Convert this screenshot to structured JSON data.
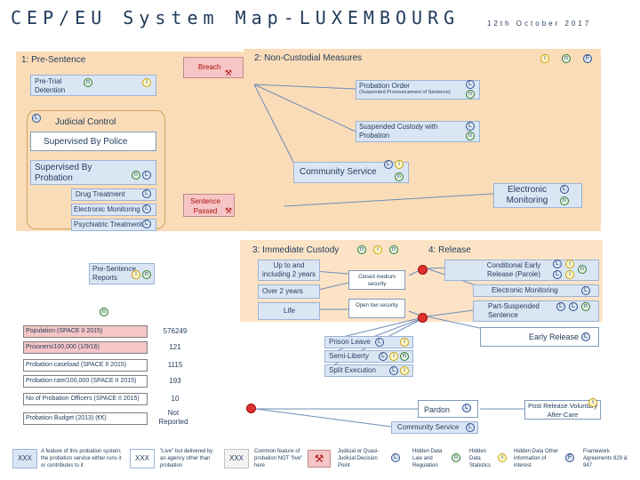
{
  "header": {
    "title": "CEP/EU System Map-LUXEMBOURG",
    "date": "12th October 2017"
  },
  "sections": {
    "pre_sentence": "1: Pre-Sentence",
    "non_custodial": "2: Non-Custodial Measures",
    "immediate_custody": "3: Immediate Custody",
    "release": "4: Release"
  },
  "nodes": {
    "breach": "Breach",
    "pre_trial_detention": "Pre-Trial Detention",
    "judicial_control": "Judicial Control",
    "supervised_by_police": "Supervised By Police",
    "supervised_by_probation": "Supervised By Probation",
    "drug_treatment": "Drug Treatment",
    "electronic_monitoring_pre": "Electronic Monitoring",
    "psychiatric_treatment": "Psychiatric Treatment",
    "probation_order": "Probation Order",
    "probation_order_note": "(Suspended Pronouncement of Sentence)",
    "suspended_custody": "Suspended Custody with Probation",
    "community_service": "Community Service",
    "electronic_monitoring_nc": "Electronic Monitoring",
    "sentence_passed": "Sentence Passed",
    "pre_sentence_reports": "Pre-Sentence Reports",
    "up_to_2_years": "Up to and including 2 years",
    "over_2_years": "Over 2 years",
    "life": "Life",
    "closed_medium_security": "Closed medium security",
    "open_low_security": "Open low security",
    "conditional_early_release": "Conditional Early Release (Parole)",
    "electronic_monitoring_release": "Electronic Monitoring",
    "part_suspended_sentence": "Part-Suspended Sentence",
    "early_release": "Early Release",
    "prison_leave": "Prison Leave",
    "semi_liberty": "Semi-Liberty",
    "split_execution": "Split Execution",
    "pardon": "Pardon",
    "post_release": "Post Release Voluntary After-Care",
    "community_service_release": "Community Service"
  },
  "badges": {
    "law": "L",
    "inter": "n",
    "info": "i",
    "framework": "F"
  },
  "stats": [
    {
      "label": "Population (SPACE II 2015)",
      "value": "576249",
      "highlight": true
    },
    {
      "label": "Prisoners/100,000 (1/9/16)",
      "value": "121",
      "highlight": true
    },
    {
      "label": "Probation caseload (SPACE II 2015)",
      "value": "1115",
      "highlight": false
    },
    {
      "label": "Probation rate/100,000 (SPACE II 2015)",
      "value": "193",
      "highlight": false
    },
    {
      "label": "No of Probation Officers (SPACE II 2015)",
      "value": "10",
      "highlight": false
    },
    {
      "label": "Probation Budget (2013) (€€)",
      "value": "Not Reported",
      "highlight": false
    }
  ],
  "legend": [
    {
      "box": "XXX",
      "text": "A feature of this probation system; the probation service either runs it or contributes to it"
    },
    {
      "box": "XXX",
      "text": "\"Live\" but delivered by an agency other than probation"
    },
    {
      "box": "XXX",
      "text": "Common feature of probation NOT \"live\" here"
    },
    {
      "icon": "breach",
      "text": "Judicial or Quasi-Judicial Decision Point"
    },
    {
      "icon": "L",
      "text": "Hidden Data Law and Regulation"
    },
    {
      "icon": "n",
      "text": "Hidden Data Statistics"
    },
    {
      "icon": "i",
      "text": "Hidden Data Other information of interest"
    },
    {
      "icon": "F",
      "text": "Framework Agreements 829 & 947"
    }
  ],
  "colors": {
    "orange_region": "#fbdcb8",
    "blue_box": "#dbe6f5",
    "decision_point": "#e03030",
    "text": "#1f3a5a"
  }
}
